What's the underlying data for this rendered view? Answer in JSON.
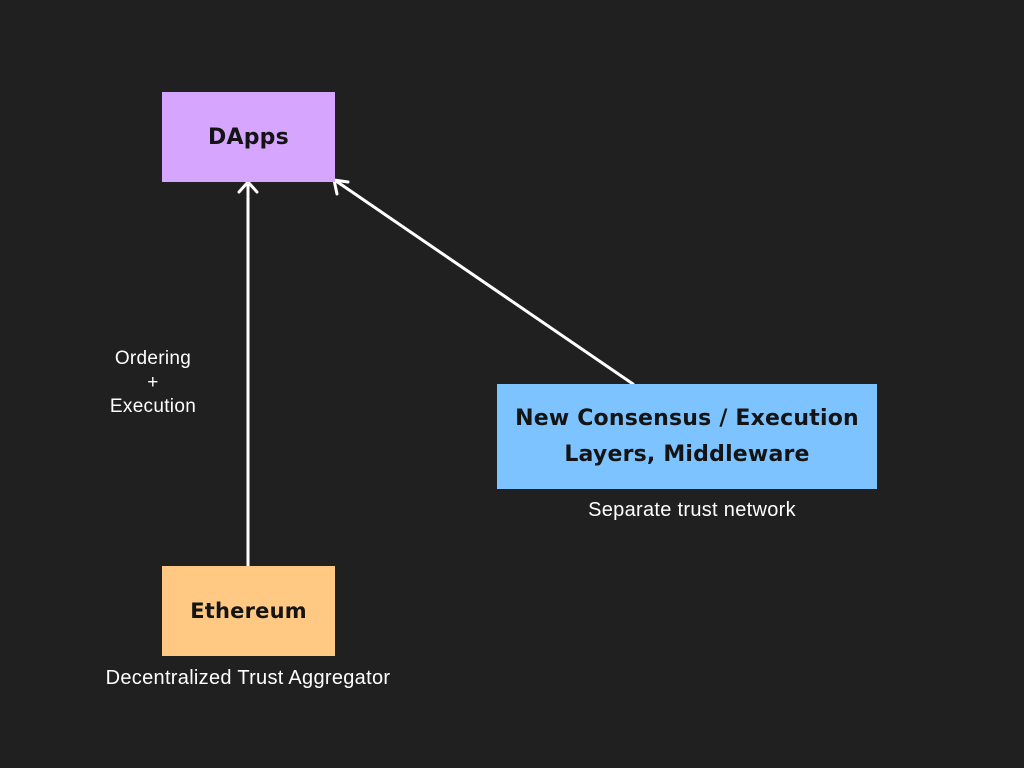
{
  "colors": {
    "background": "#202020",
    "dapps": "#d6a6ff",
    "ethereum": "#ffc883",
    "layers": "#7dc3ff",
    "arrow": "#ffffff",
    "text_dark": "#141414",
    "text_light": "#ffffff"
  },
  "nodes": {
    "dapps": {
      "label": "DApps"
    },
    "ethereum": {
      "label": "Ethereum",
      "caption": "Decentralized Trust Aggregator"
    },
    "layers": {
      "label_line1": "New Consensus / Execution",
      "label_line2": "Layers, Middleware",
      "caption": "Separate trust network"
    }
  },
  "edges": [
    {
      "from": "ethereum",
      "to": "dapps",
      "label_lines": [
        "Ordering",
        "+",
        "Execution"
      ]
    },
    {
      "from": "layers",
      "to": "dapps"
    }
  ]
}
